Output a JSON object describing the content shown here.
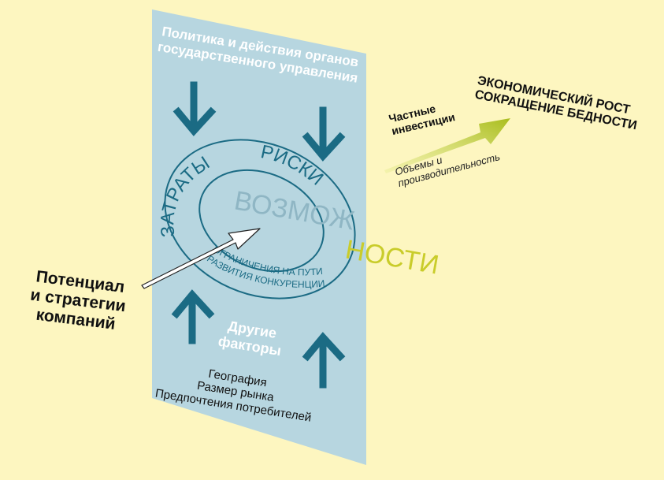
{
  "panel": {
    "government_title_line1": "Политика и действия органов",
    "government_title_line2": "государственного управления",
    "outer_ring_left": "ЗАТРАТЫ",
    "outer_ring_right": "РИСКИ",
    "inner_ring_line1": "ОГРАНИЧЕНИЯ НА ПУТИ",
    "inner_ring_line2": "РАЗВИТИЯ КОНКУРЕНЦИИ",
    "opportunities_in_panel": "ВОЗМОЖ",
    "opportunities_outside": "НОСТИ",
    "other_factors_line1": "Другие",
    "other_factors_line2": "факторы",
    "other_factors_items": [
      "География",
      "Размер рынка",
      "Предпочтения потребителей"
    ]
  },
  "left_label": {
    "line1": "Потенциал",
    "line2": "и стратегии",
    "line3": "компаний"
  },
  "right_labels": {
    "private_investment_line1": "Частные",
    "private_investment_line2": "инвестиции",
    "volumes_line1": "Объемы и",
    "volumes_line2": "производительность",
    "result_line1": "ЭКОНОМИЧЕСКИЙ РОСТ",
    "result_line2": "СОКРАЩЕНИЕ БЕДНОСТИ"
  },
  "colors": {
    "background": "#fdf6c0",
    "panel": "#b7d6e0",
    "teal": "#1b6b84",
    "lime_arrow": "#b5c42a",
    "opportunities_text": "#c9cc2a",
    "white": "#ffffff"
  },
  "icons": {
    "down_arrow": "arrow-down-icon",
    "up_arrow": "arrow-up-icon",
    "pointer_arrow": "arrow-right-icon",
    "growth_arrow": "arrow-right-icon"
  }
}
